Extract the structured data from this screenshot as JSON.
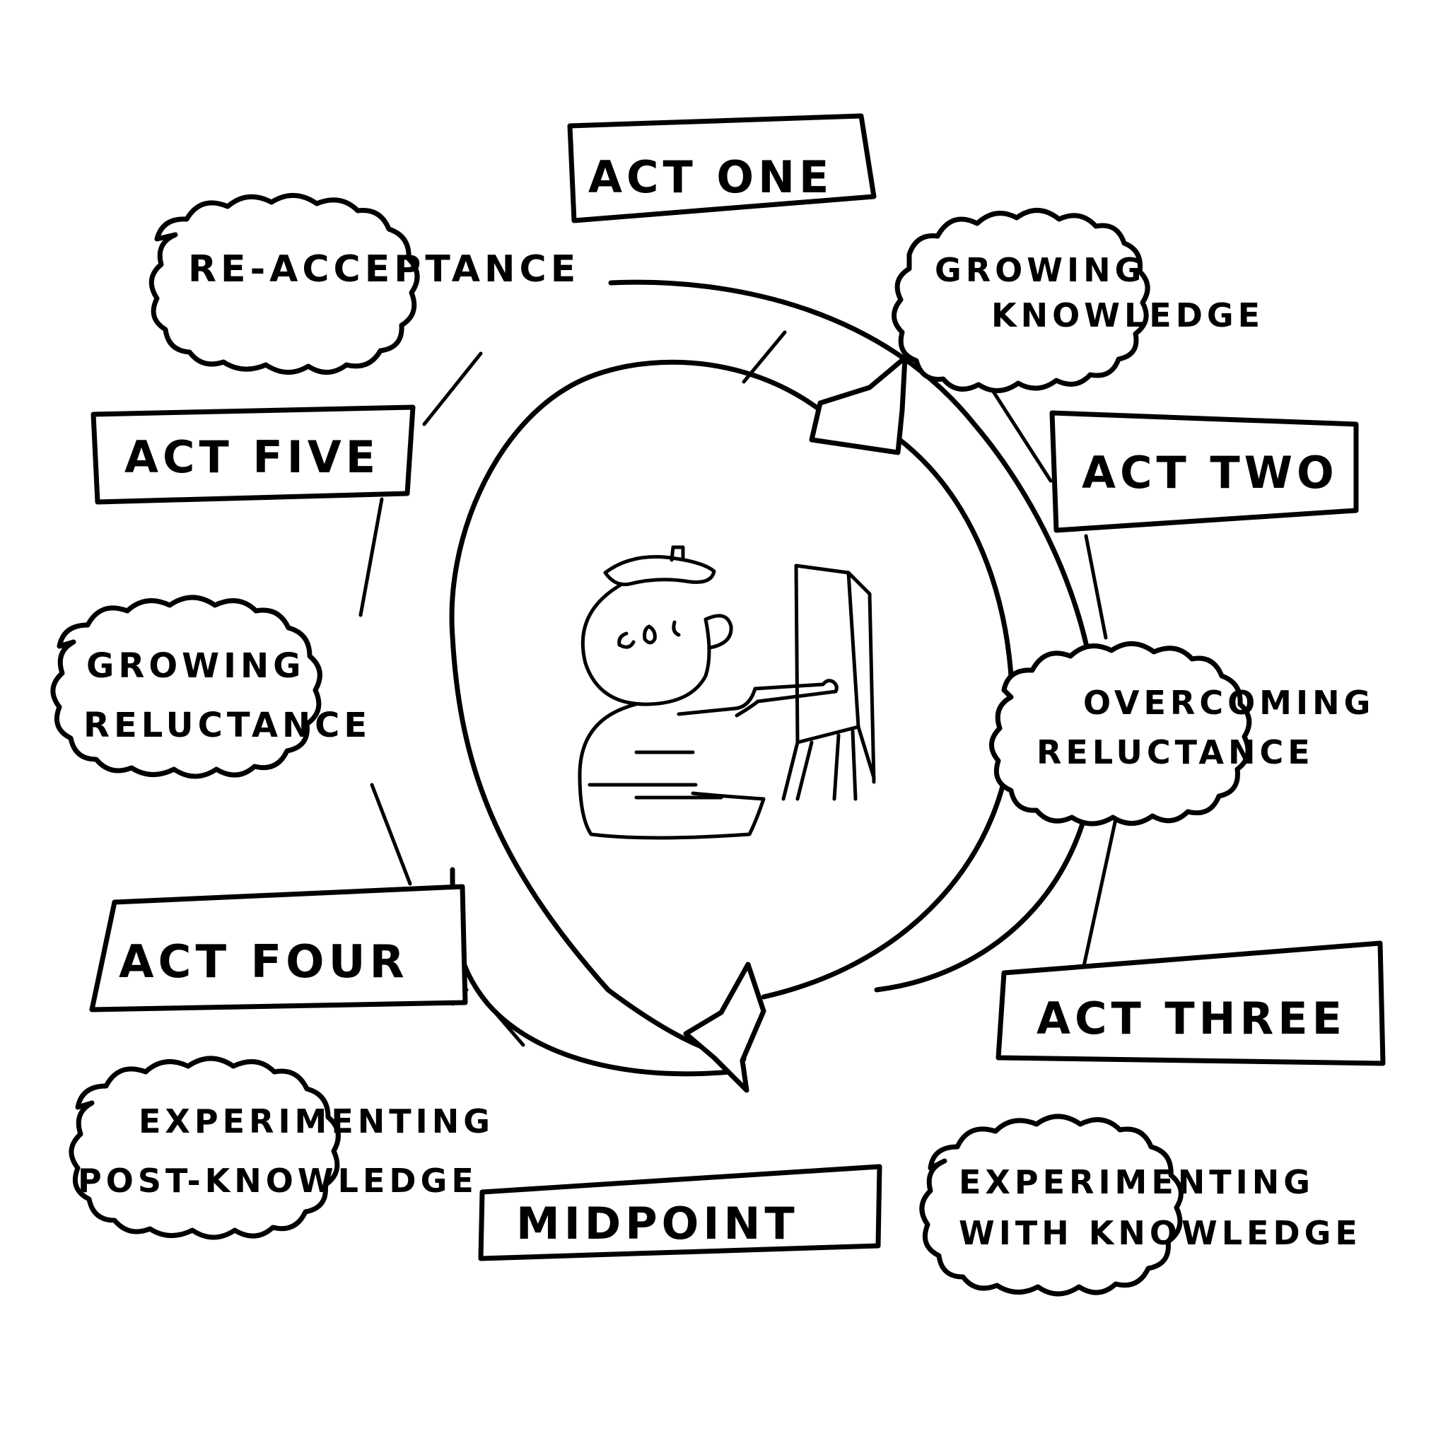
{
  "acts": {
    "one": "ACT ONE",
    "two": "ACT TWO",
    "three": "ACT THREE",
    "midpoint": "MIDPOINT",
    "four": "ACT FOUR",
    "five": "ACT FIVE"
  },
  "stages": {
    "growing_knowledge": [
      "GROWING",
      "KNOWLEDGE"
    ],
    "overcoming_reluctance": [
      "OVERCOMING",
      "RELUCTANCE"
    ],
    "experimenting_with_knowledge": [
      "EXPERIMENTING",
      "WITH KNOWLEDGE"
    ],
    "experimenting_post_knowledge": [
      "EXPERIMENTING",
      "POST-KNOWLEDGE"
    ],
    "growing_reluctance": [
      "GROWING",
      "RELUCTANCE"
    ],
    "re_acceptance": "RE-ACCEPTANCE"
  },
  "colors": {
    "ink": "#000000",
    "paper": "#ffffff"
  },
  "center_icon": "painter-at-easel-icon"
}
